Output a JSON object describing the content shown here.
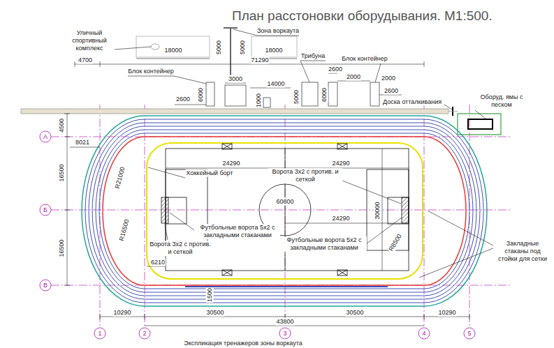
{
  "diagram": {
    "title": "План расстоновки оборудывания. М1:500.",
    "labels": [
      "Уличный спортивный комплекс",
      "Зона воркаута",
      "18000",
      "5000",
      "5000",
      "18000",
      "71290",
      "4700",
      "Блок контейнер",
      "3000",
      "Трибуна",
      "2600",
      "Блок контейнер",
      "2000",
      "2000",
      "14000",
      "2600",
      "6000",
      "1000",
      "5000",
      "6000",
      "2600",
      "Доска отталкивания",
      "Оборуд. ямы с песком",
      "А",
      "4500",
      "8021",
      "16500",
      "R21000",
      "24290",
      "24290",
      "Хоккейный борт",
      "Ворота 3х2 с против. и сеткой",
      "60800",
      "Б",
      "30000",
      "24290",
      "R16500",
      "Футбольные ворота 5х2 с закладными стаканами",
      "Ворота 3х2 с против. и сеткой",
      "6210",
      "Футбольные ворота 5х2 с закладными стаканами",
      "R8500",
      "Закладные стаканы под стойки для сетки",
      "16500",
      "В",
      "1500",
      "10290",
      "30500",
      "30500",
      "10290",
      "43800",
      "1",
      "2",
      "3",
      "4",
      "5",
      "Экспликация тренажеров зоны воркаута"
    ]
  }
}
